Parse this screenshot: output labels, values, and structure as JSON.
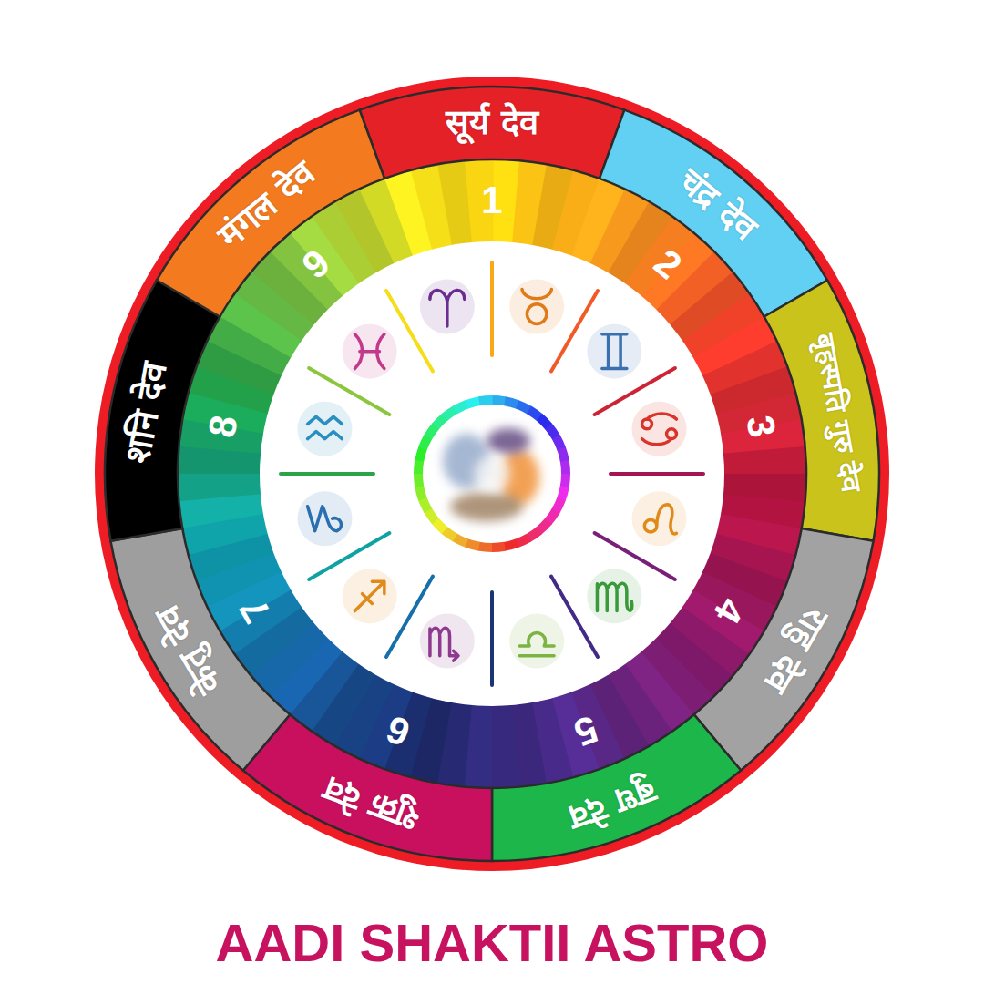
{
  "diagram": {
    "title": "AADI SHAKTII ASTRO",
    "nodes": [
      {
        "text": [
          "सूर्य देव"
        ]
      },
      {
        "text": [
          "चंद्र देव"
        ]
      },
      {
        "text": [
          "बृहस्पति गुरु देव"
        ]
      },
      {
        "text": [
          "राहु देव"
        ]
      },
      {
        "text": [
          "बुध देव"
        ]
      },
      {
        "text": [
          "शुक्र देव"
        ]
      },
      {
        "text": [
          "केतु देव"
        ]
      },
      {
        "text": [
          "शनि देव"
        ]
      },
      {
        "text": [
          "मंगल देव"
        ]
      }
    ],
    "labels": [
      "1",
      "2",
      "3",
      "4",
      "5",
      "6",
      "7",
      "8",
      "9"
    ]
  }
}
